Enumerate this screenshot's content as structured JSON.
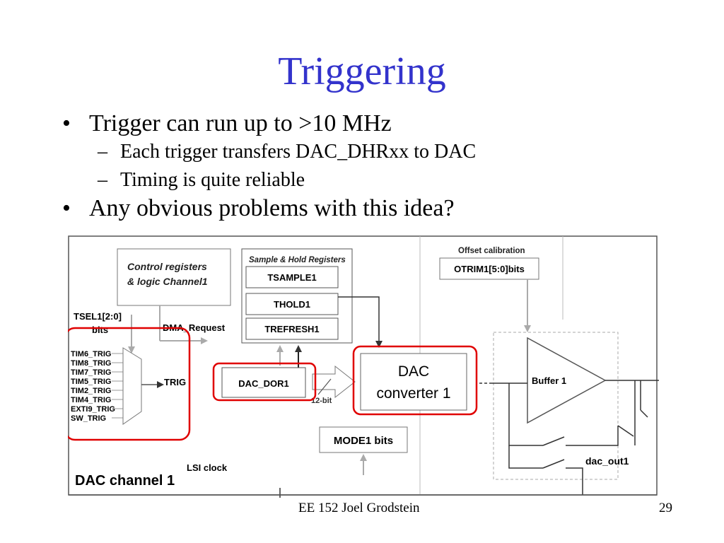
{
  "slide": {
    "title": "Triggering",
    "bullets": [
      {
        "text": "Trigger can run up to >10 MHz",
        "subbullets": [
          "Each trigger transfers DAC_DHRxx to DAC",
          "Timing is quite reliable"
        ]
      },
      {
        "text": "Any obvious problems with this idea?"
      }
    ]
  },
  "diagram": {
    "control_registers": [
      "Control  registers",
      "& logic  Channel1"
    ],
    "sample_hold_title": "Sample & Hold Registers",
    "tsample": "TSAMPLE1",
    "thold": "THOLD1",
    "trefresh": "TREFRESH1",
    "offset_calibration": "Offset calibration",
    "otrim": "OTRIM1[5:0]bits",
    "tsel": [
      "TSEL1[2:0]",
      "bits"
    ],
    "dma_request": "DMA_Request",
    "triggers": [
      "TIM6_TRIG",
      "TIM8_TRIG",
      "TIM7_TRIG",
      "TIM5_TRIG",
      "TIM2_TRIG",
      "TIM4_TRIG",
      "EXTI9_TRIG",
      "SW_TRIG"
    ],
    "trig": "TRIG",
    "dac_dor": "DAC_DOR1",
    "bit_width": "12-bit",
    "dac_converter": [
      "DAC",
      "converter 1"
    ],
    "buffer": "Buffer 1",
    "mode_bits": "MODE1 bits",
    "dac_out": "dac_out1",
    "lsi_clock": "LSI clock",
    "channel_label": "DAC channel 1",
    "highlight_color": "#e00000"
  },
  "footer": {
    "author": "EE 152 Joel Grodstein",
    "page": "29"
  }
}
